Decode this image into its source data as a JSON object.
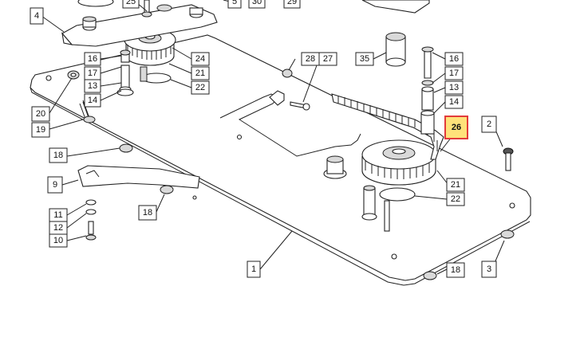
{
  "diagram": {
    "highlight": {
      "text": "26",
      "fill": "#ffe27a",
      "border": "#e23b3b"
    },
    "callouts": [
      {
        "id": "c4",
        "text": "4"
      },
      {
        "id": "c25",
        "text": "25"
      },
      {
        "id": "c5",
        "text": "5"
      },
      {
        "id": "c30",
        "text": "30"
      },
      {
        "id": "c29",
        "text": "29"
      },
      {
        "id": "c16a",
        "text": "16"
      },
      {
        "id": "c17a",
        "text": "17"
      },
      {
        "id": "c13a",
        "text": "13"
      },
      {
        "id": "c14a",
        "text": "14"
      },
      {
        "id": "c24",
        "text": "24"
      },
      {
        "id": "c21a",
        "text": "21"
      },
      {
        "id": "c22a",
        "text": "22"
      },
      {
        "id": "c28",
        "text": "28"
      },
      {
        "id": "c27",
        "text": "27"
      },
      {
        "id": "c35",
        "text": "35"
      },
      {
        "id": "c16b",
        "text": "16"
      },
      {
        "id": "c17b",
        "text": "17"
      },
      {
        "id": "c13b",
        "text": "13"
      },
      {
        "id": "c14b",
        "text": "14"
      },
      {
        "id": "c20",
        "text": "20"
      },
      {
        "id": "c19",
        "text": "19"
      },
      {
        "id": "c2",
        "text": "2"
      },
      {
        "id": "c18a",
        "text": "18"
      },
      {
        "id": "c9",
        "text": "9"
      },
      {
        "id": "c21b",
        "text": "21"
      },
      {
        "id": "c22b",
        "text": "22"
      },
      {
        "id": "c11",
        "text": "11"
      },
      {
        "id": "c12",
        "text": "12"
      },
      {
        "id": "c10",
        "text": "10"
      },
      {
        "id": "c18b",
        "text": "18"
      },
      {
        "id": "c1",
        "text": "1"
      },
      {
        "id": "c18c",
        "text": "18"
      },
      {
        "id": "c3",
        "text": "3"
      }
    ]
  }
}
